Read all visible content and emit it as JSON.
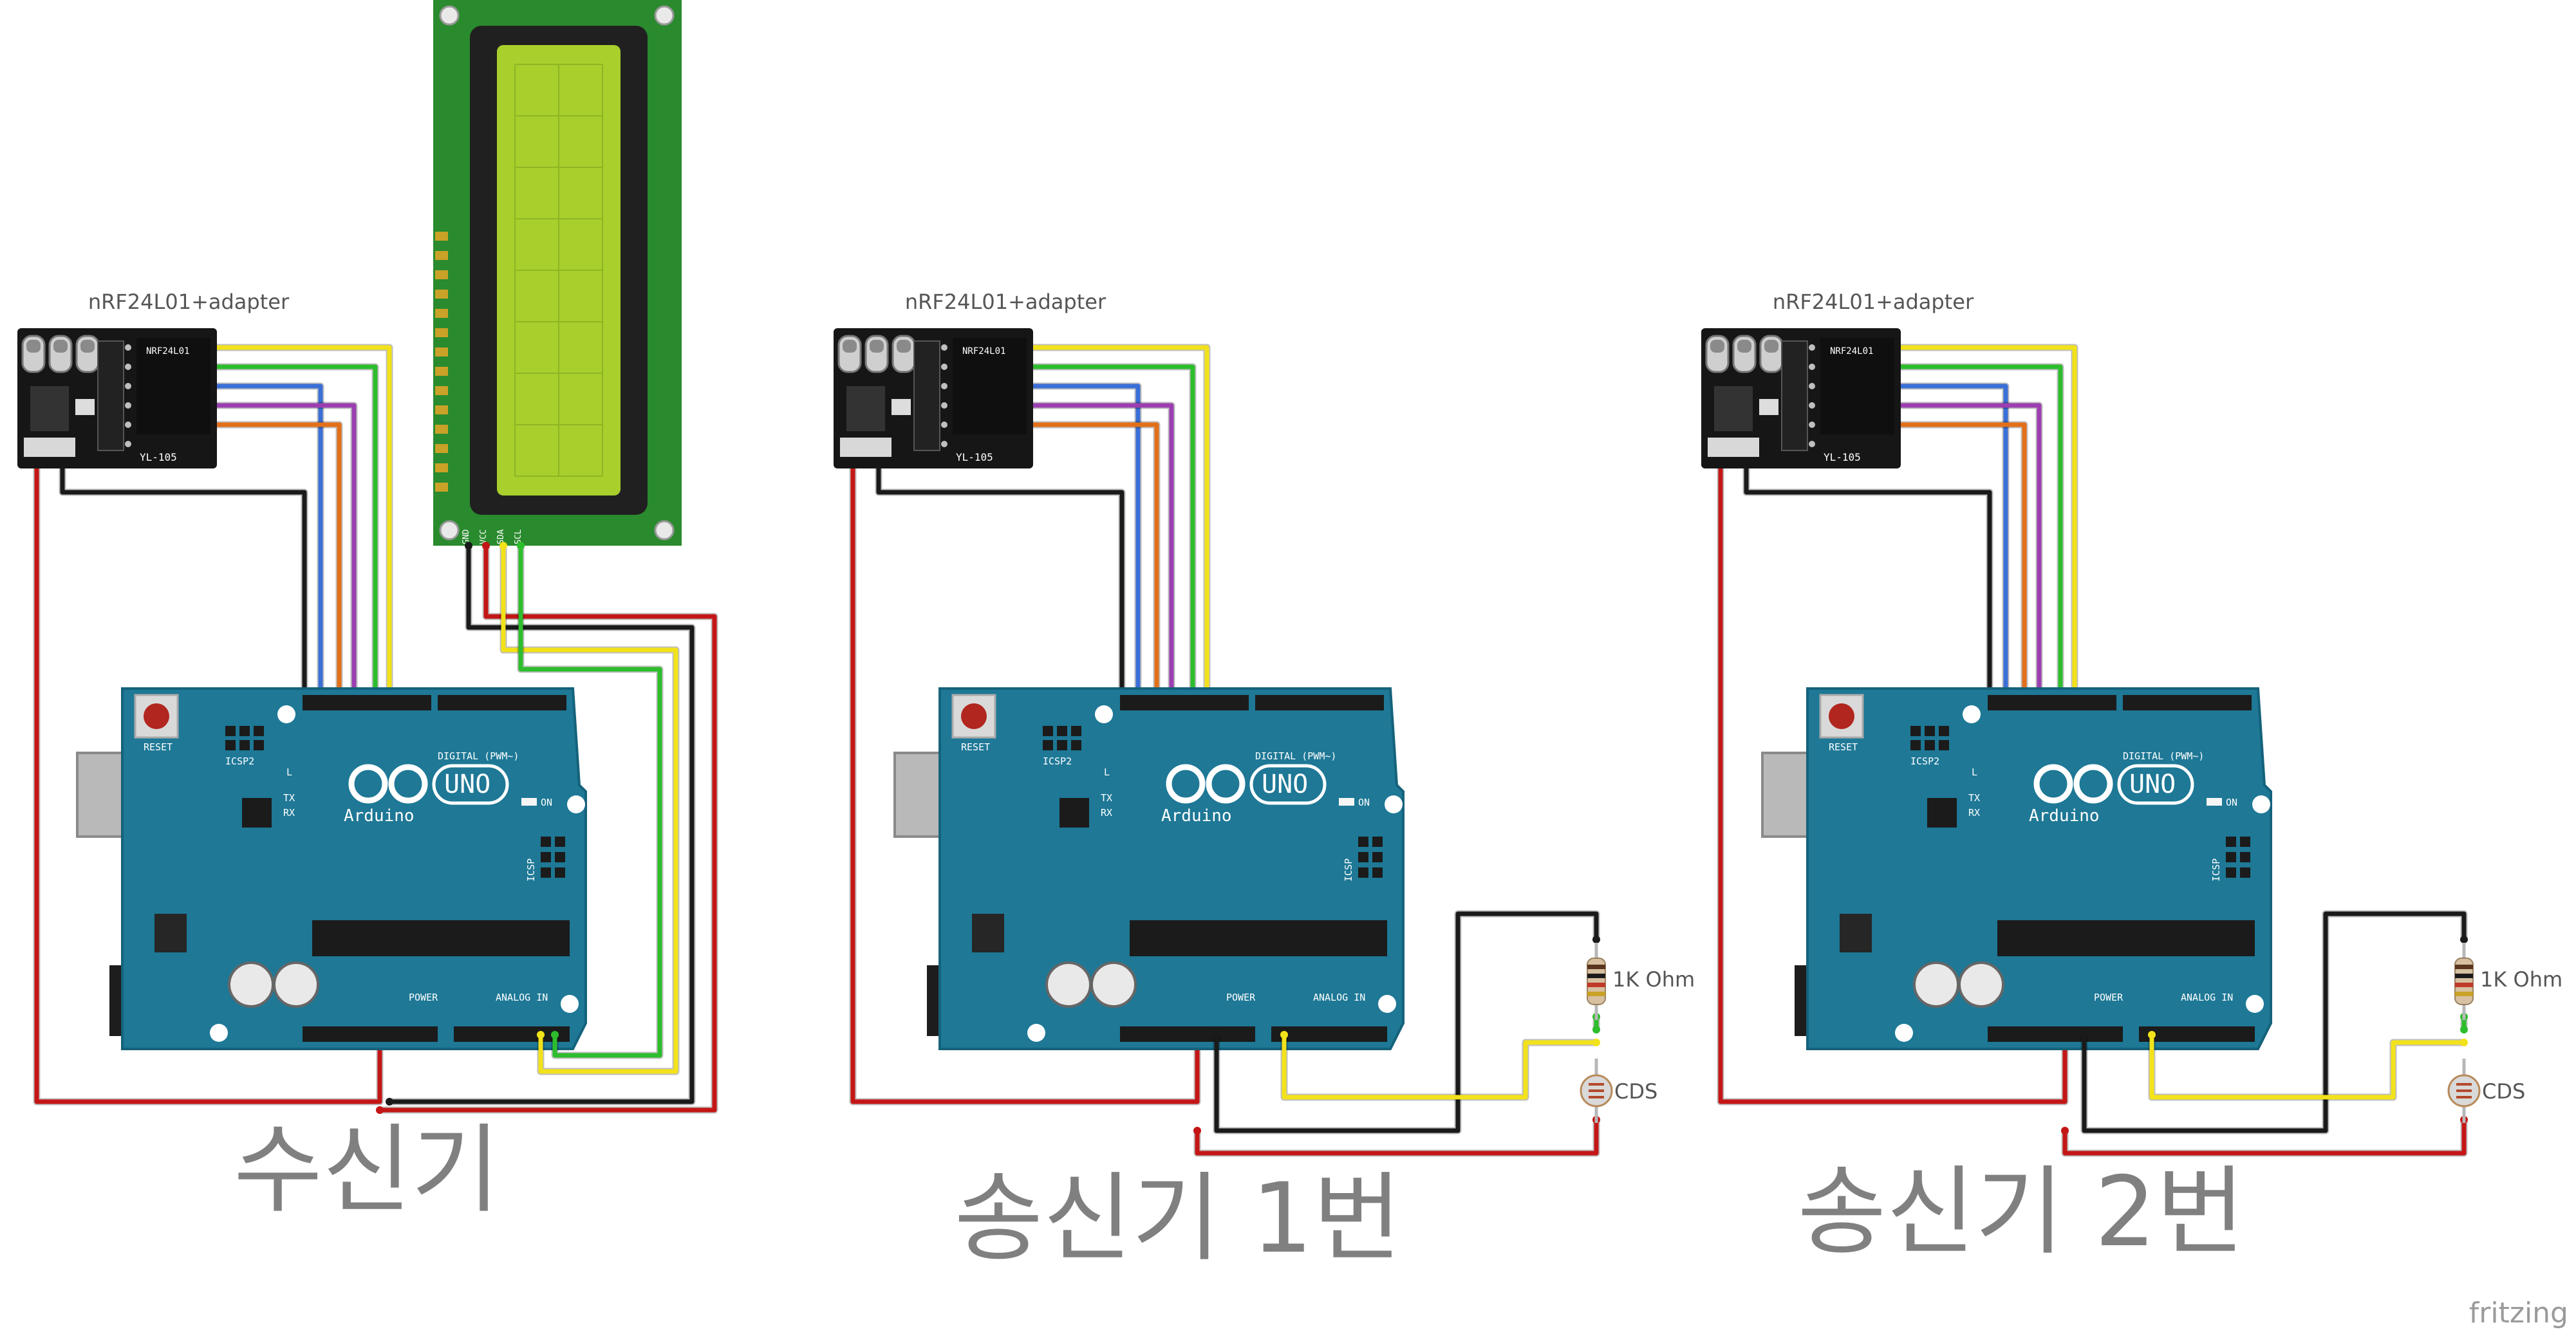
{
  "circuits": [
    {
      "title": "수신기",
      "module_label": "nRF24L01+adapter",
      "has_lcd": true,
      "has_sensor": false
    },
    {
      "title": "송신기 1번",
      "module_label": "nRF24L01+adapter",
      "has_lcd": false,
      "has_sensor": true,
      "resistor_label": "1K Ohm",
      "sensor_label": "CDS"
    },
    {
      "title": "송신기 2번",
      "module_label": "nRF24L01+adapter",
      "has_lcd": false,
      "has_sensor": true,
      "resistor_label": "1K Ohm",
      "sensor_label": "CDS"
    }
  ],
  "board": {
    "brand": "Arduino",
    "model": "UNO",
    "reset_label": "RESET",
    "icsp2_label": "ICSP2",
    "icsp_label": "ICSP",
    "digital_label": "DIGITAL (PWM~)",
    "power_label": "POWER",
    "analog_label": "ANALOG IN",
    "on_label": "ON",
    "l_label": "L",
    "tx_label": "TX",
    "rx_label": "RX"
  },
  "adapter": {
    "chip_label": "NRF24L01",
    "model_label": "YL-105"
  },
  "lcd": {
    "pins": [
      "GND",
      "VCC",
      "SDA",
      "SCL"
    ]
  },
  "watermark": "fritzing",
  "colors": {
    "board": "#1e7896",
    "wire_red": "#c41616",
    "wire_black": "#1a1a1a",
    "wire_yellow": "#f2e21a",
    "wire_green": "#2dbd2d",
    "wire_blue": "#3a6fd6",
    "wire_orange": "#e2701a",
    "wire_purple": "#9b3fb0",
    "lcd_pcb": "#2a8a2e",
    "lcd_screen": "#a8cf2c"
  }
}
